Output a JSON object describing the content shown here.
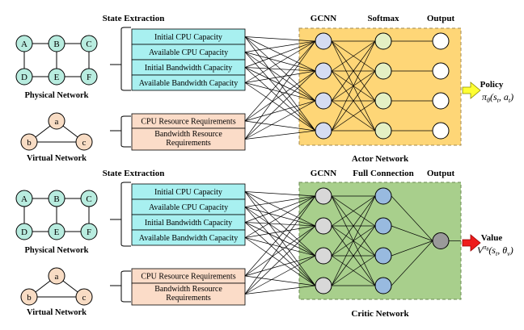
{
  "physical_network": {
    "nodes": [
      "A",
      "B",
      "C",
      "D",
      "E",
      "F"
    ],
    "edges": [
      [
        "A",
        "B"
      ],
      [
        "B",
        "C"
      ],
      [
        "A",
        "D"
      ],
      [
        "B",
        "E"
      ],
      [
        "C",
        "F"
      ],
      [
        "D",
        "E"
      ],
      [
        "E",
        "F"
      ]
    ],
    "label": "Physical Network"
  },
  "virtual_network": {
    "nodes": [
      "a",
      "b",
      "c"
    ],
    "edges": [
      [
        "a",
        "b"
      ],
      [
        "a",
        "c"
      ],
      [
        "b",
        "c"
      ]
    ],
    "label": "Virtual Network"
  },
  "state_extraction_title": "State Extraction",
  "physical_features": [
    "Initial CPU Capacity",
    "Available CPU Capacity",
    "Initial Bandwidth Capacity",
    "Available Bandwidth Capacity"
  ],
  "virtual_features": [
    [
      "CPU Resource Requirements"
    ],
    [
      "Bandwidth Resource",
      "Requirements"
    ]
  ],
  "actor": {
    "layer_titles": [
      "GCNN",
      "Softmax",
      "Output"
    ],
    "network_label": "Actor Network",
    "output_title": "Policy",
    "output_formula": {
      "main": "π",
      "sub": "θ",
      "args": "(s",
      "a1": "t",
      "mid": ", a",
      "a2": "t",
      "end": ")"
    }
  },
  "critic": {
    "layer_titles": [
      "GCNN",
      "Full Connection",
      "Output"
    ],
    "network_label": "Critic Network",
    "output_title": "Value",
    "output_formula": {
      "main": "V",
      "sup1": "π",
      "sup2": "θ",
      "args": "(s",
      "a1": "t",
      "mid": ", θ",
      "a2": "v",
      "end": ")"
    }
  },
  "colors": {
    "node_teal": "#b8ecdf",
    "node_peach": "#f8dcc4",
    "feature_cyan": "#a8f0f0",
    "feature_peach": "#fbdcc8",
    "actor_bg": "#fed677",
    "critic_bg": "#a8cf8c",
    "gcnn_actor": "#d5dcf2",
    "softmax": "#e4f0c4",
    "output_white": "#ffffff",
    "gcnn_critic": "#d8d8d8",
    "full_conn": "#98badf",
    "critic_out": "#9a9a9a",
    "policy_arrow": "#ffff33",
    "value_arrow": "#ee1c1c"
  }
}
